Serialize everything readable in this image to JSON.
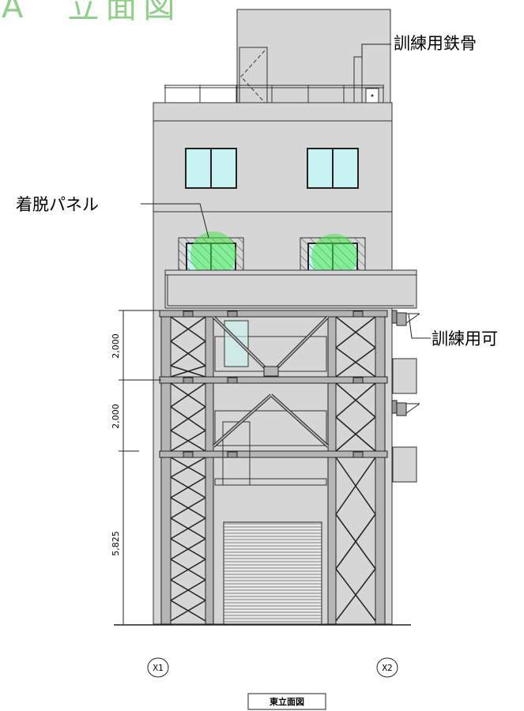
{
  "header": {
    "title": "A　立面図"
  },
  "labels": {
    "training_steel": "訓練用鉄骨",
    "removable_panel": "着脱パネル",
    "training_movable": "訓練用可"
  },
  "dimensions": [
    "2,000",
    "2,000",
    "5,825"
  ],
  "axes": [
    "X1",
    "X2"
  ],
  "caption": "東立面図",
  "colors": {
    "title": "#8fcf8a",
    "building": "#d6d6d6",
    "building_dark": "#c8c8c8",
    "window_glass": "#c9f3f3",
    "highlight": "#4be84b",
    "steel": "#b5b5b5"
  }
}
